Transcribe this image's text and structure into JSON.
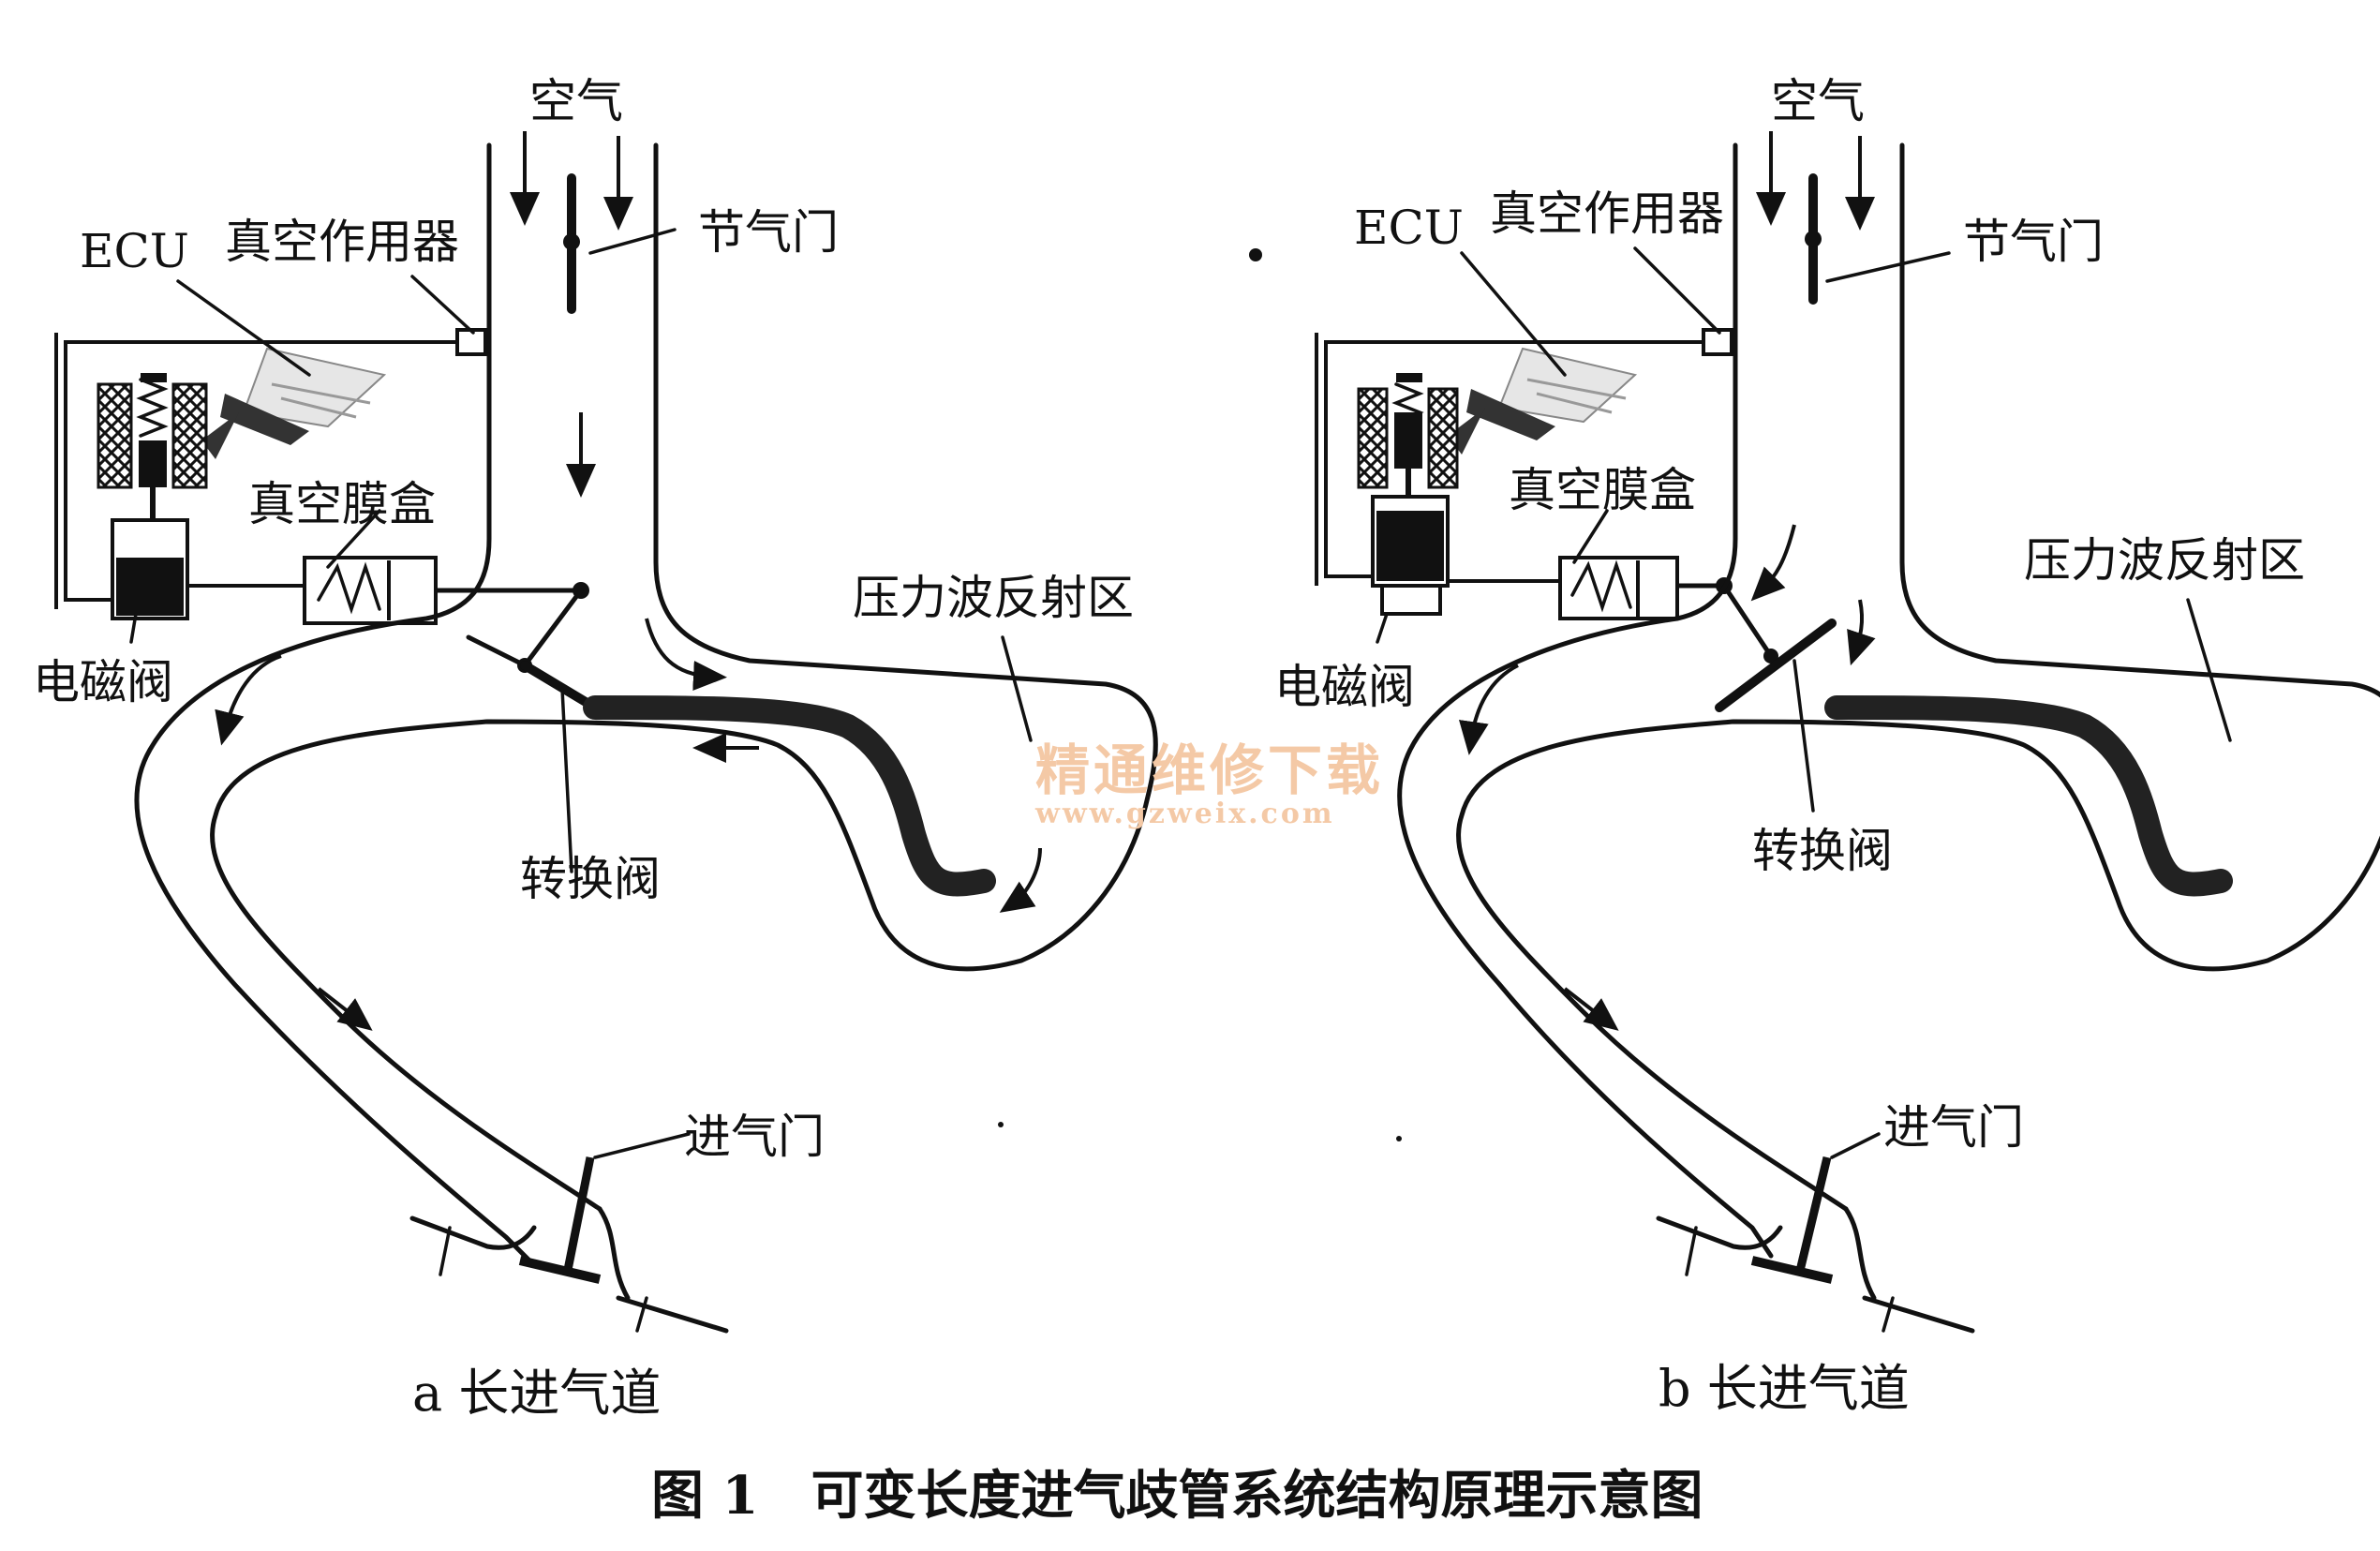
{
  "labels": {
    "air": "空气",
    "ecu": "ECU",
    "vacuum_actuator": "真空作用器",
    "throttle": "节气门",
    "vacuum_diaphragm": "真空膜盒",
    "pressure_wave": "压力波反射区",
    "solenoid": "电磁阀",
    "switch_valve": "转换阀",
    "intake_valve": "进气门"
  },
  "panels": [
    {
      "caption": "a 长进气道"
    },
    {
      "caption": "b 长进气道"
    }
  ],
  "figure_caption": "图 1　可变长度进气歧管系统结构原理示意图",
  "watermark": {
    "line1": "精通维修下载",
    "line2": "www.gzweix.com"
  }
}
